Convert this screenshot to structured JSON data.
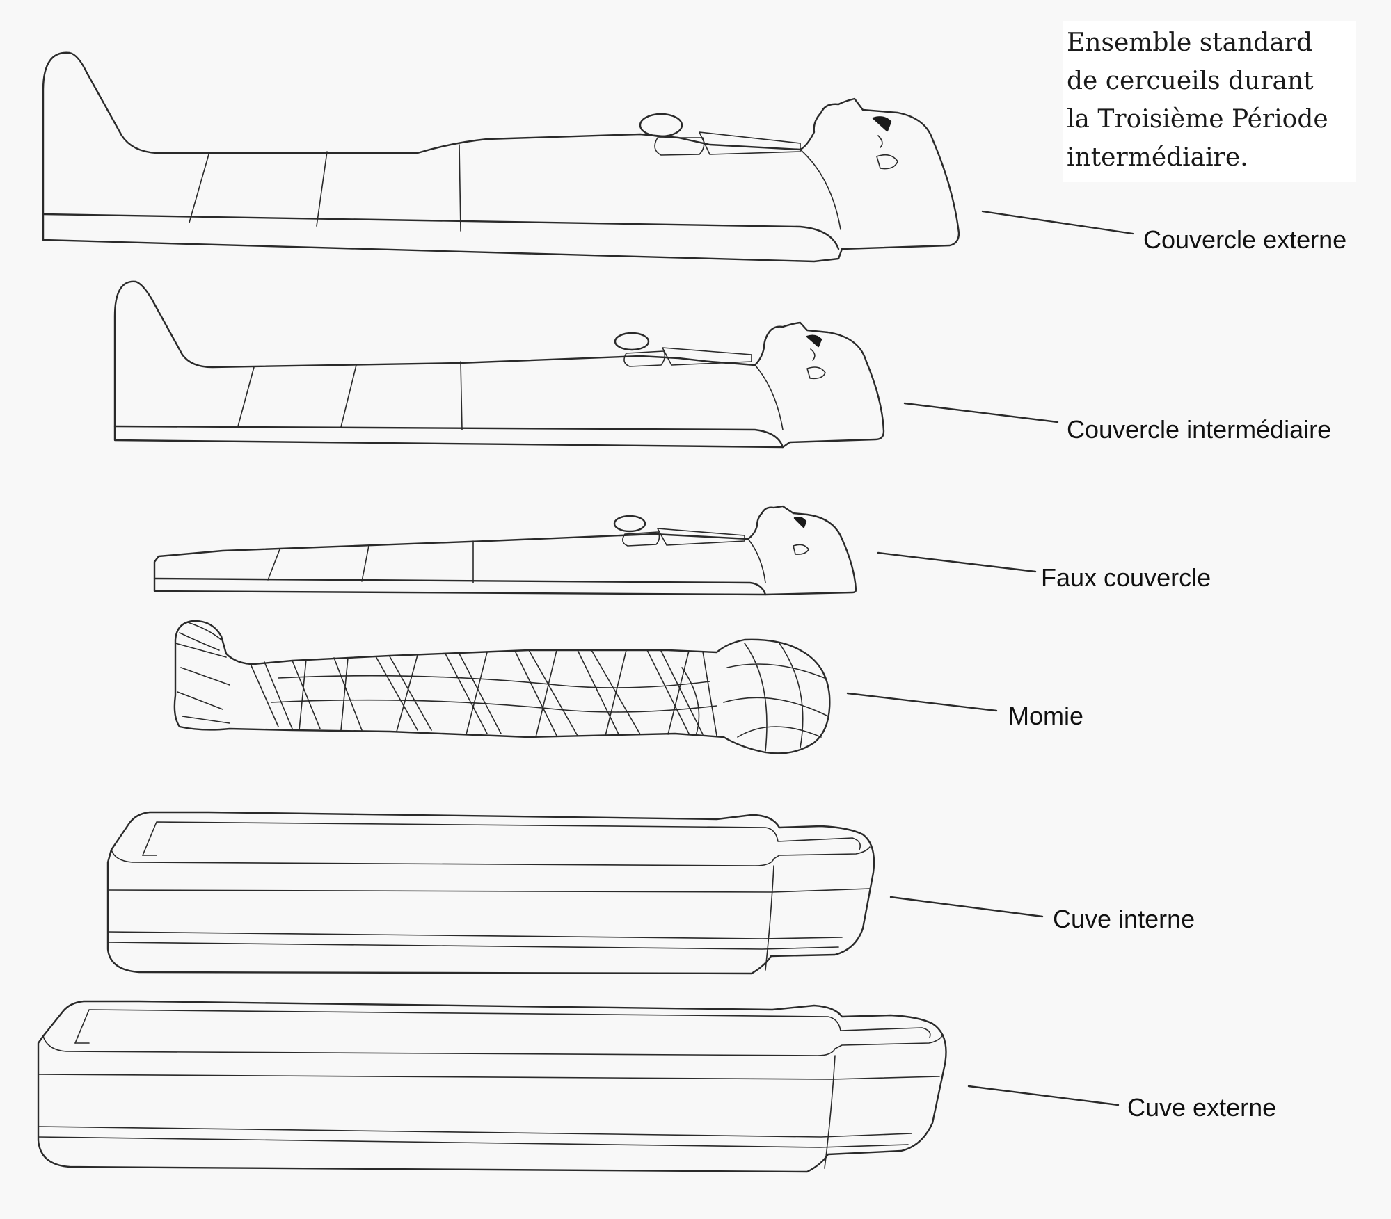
{
  "title_lines": [
    "Ensemble standard",
    "de cercueils durant",
    "la Troisième Période",
    "intermédiaire."
  ],
  "labels": {
    "outer_lid": "Couvercle externe",
    "intermediate_lid": "Couvercle intermédiaire",
    "false_lid": "Faux couvercle",
    "mummy": "Momie",
    "inner_case": "Cuve interne",
    "outer_case": "Cuve externe"
  },
  "colors": {
    "background": "#f8f8f8",
    "ink": "#2a2a2a",
    "title_panel": "#ffffff"
  }
}
